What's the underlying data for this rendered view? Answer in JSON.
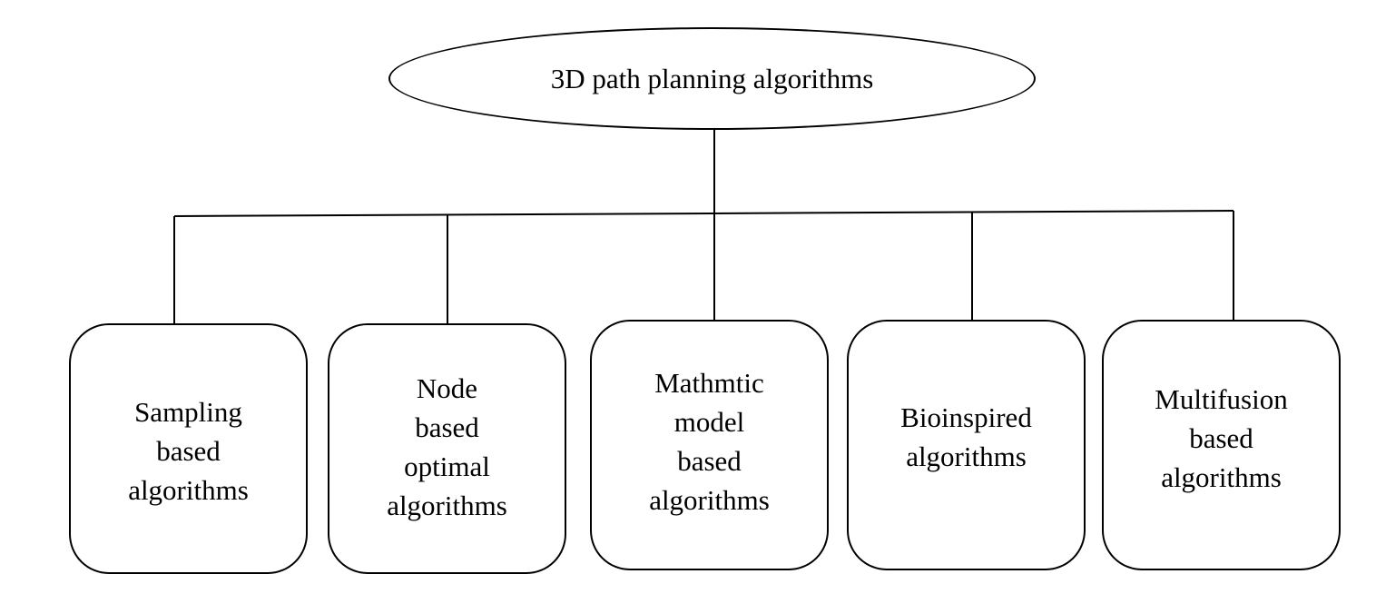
{
  "diagram": {
    "root": {
      "label": "3D path planning algorithms"
    },
    "children": [
      {
        "lines": [
          "Sampling",
          "based",
          "algorithms"
        ]
      },
      {
        "lines": [
          "Node",
          "based",
          "optimal",
          "algorithms"
        ]
      },
      {
        "lines": [
          "Mathmtic",
          "model",
          "based",
          "algorithms"
        ]
      },
      {
        "lines": [
          "Bioinspired",
          "algorithms"
        ]
      },
      {
        "lines": [
          "Multifusion",
          "based",
          "algorithms"
        ]
      }
    ],
    "colors": {
      "stroke": "#000000",
      "background": "#ffffff",
      "text": "#000000"
    }
  }
}
